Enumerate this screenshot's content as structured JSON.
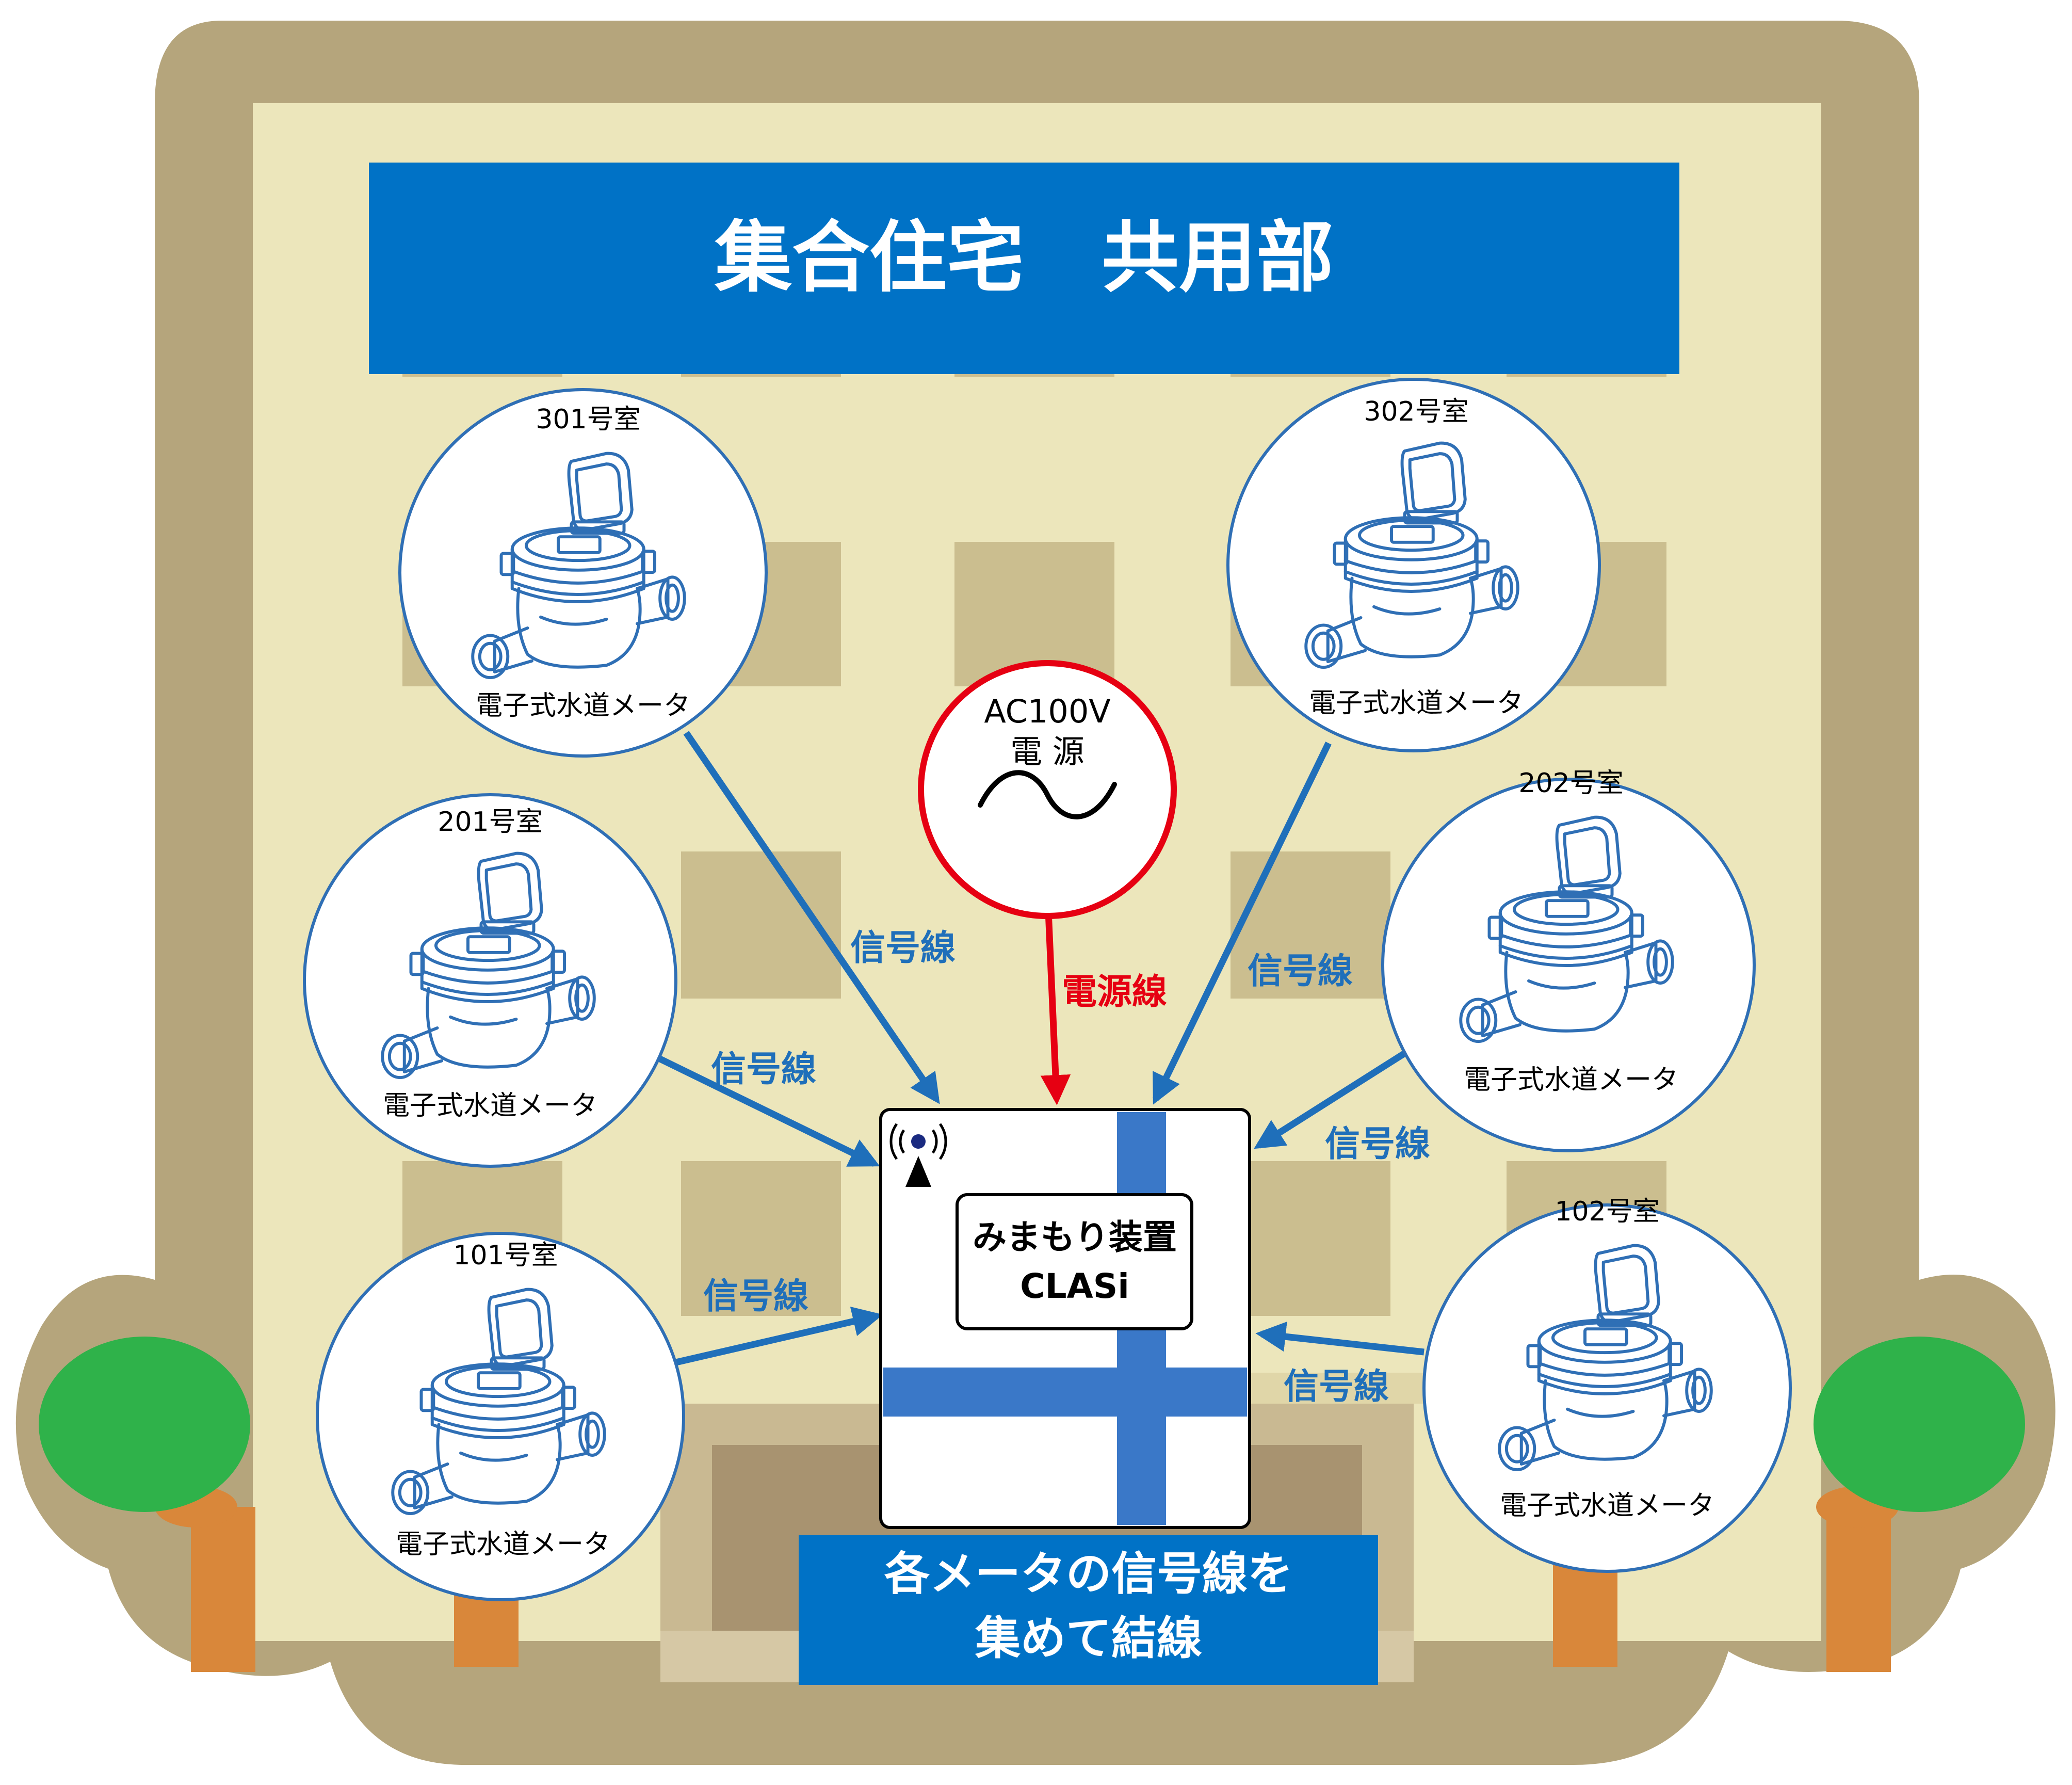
{
  "title": "集合住宅　共用部",
  "device": {
    "line1": "みまもり装置",
    "line2": "CLASi"
  },
  "power": {
    "line1": "AC100V",
    "line2": "電 源",
    "symbol": "〜",
    "cable_label": "電源線"
  },
  "signal_label": "信号線",
  "meter_label": "電子式水道メータ",
  "rooms": {
    "r301": "301号室",
    "r302": "302号室",
    "r201": "201号室",
    "r202": "202号室",
    "r101": "101号室",
    "r102": "102号室"
  },
  "caption": {
    "line1": "各メータの信号線を",
    "line2": "集めて結線"
  },
  "colors": {
    "frame": "#b5a57c",
    "facade": "#ece6bb",
    "window": "#cbbe8f",
    "title_bg": "#0072c6",
    "signal_arrow": "#1f6fba",
    "power": "#e60012",
    "cross": "#3a78c8",
    "tree_green": "#2fb24a",
    "trunk": "#d9873a",
    "meter_stroke": "#2f6fb5"
  },
  "icons": [
    "antenna-icon",
    "water-meter-icon",
    "tree-icon",
    "sine-wave-icon"
  ]
}
